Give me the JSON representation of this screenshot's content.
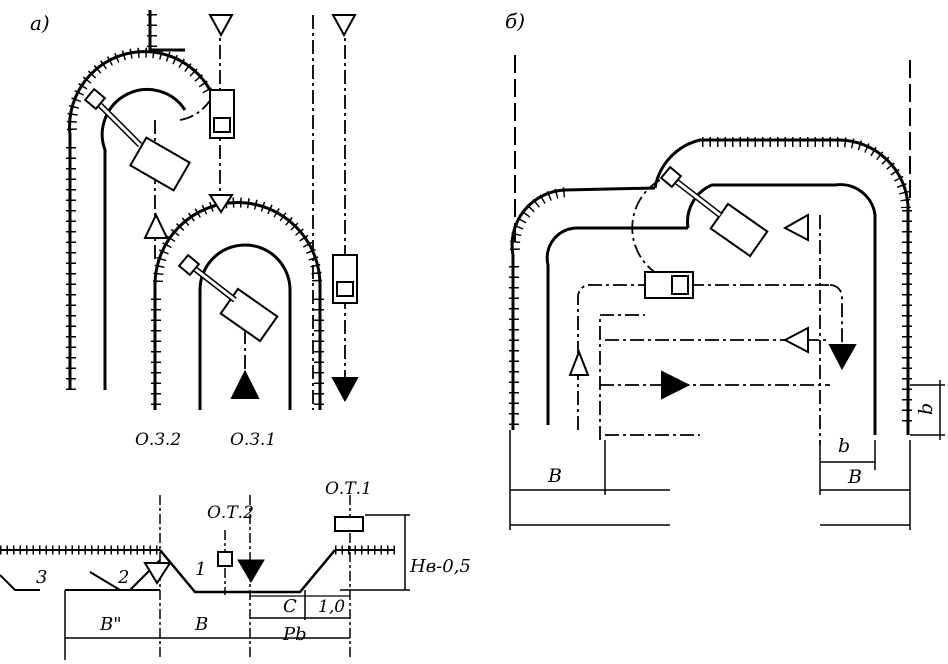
{
  "panel_a": {
    "letter": "а)",
    "face_labels": [
      "О.З.2",
      "О.З.1"
    ],
    "axis_labels": [
      "О.Т.2",
      "О.Т.1"
    ],
    "section_numbers": [
      "1",
      "2",
      "3"
    ],
    "height_label": "Hв-0,5",
    "dim_labels": {
      "B2": "B\"",
      "B": "B",
      "C": "C",
      "one": "1,0",
      "Pb": "Pb"
    }
  },
  "panel_b": {
    "letter": "б)",
    "dim_labels": {
      "B_left": "B",
      "b_small": "b",
      "B_right": "B",
      "b_vert": "b"
    }
  }
}
